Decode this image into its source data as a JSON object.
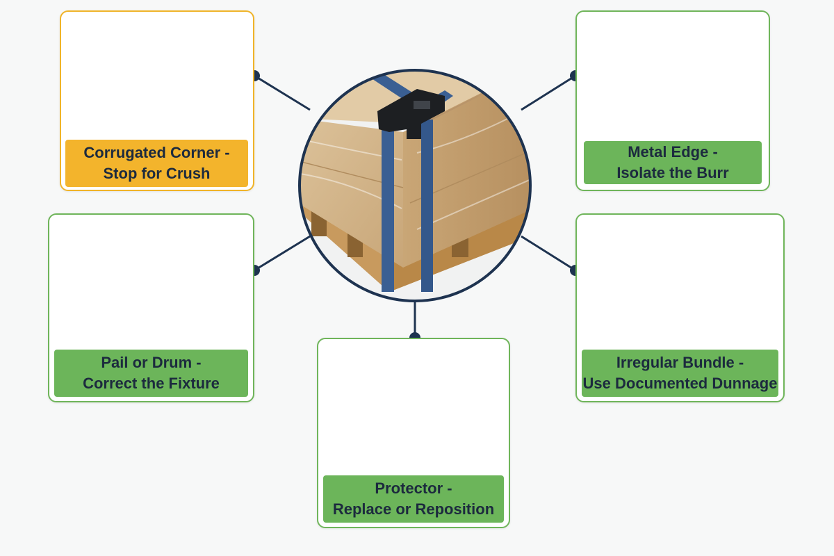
{
  "center": {
    "icon": "strapped-pallet-with-corner-protector"
  },
  "cards": [
    {
      "id": "corrugated",
      "status": "warning",
      "icon": "corrugated-corner-warning-icon",
      "line1": "Corrugated Corner -",
      "line2": "Stop for Crush"
    },
    {
      "id": "metal",
      "status": "ok",
      "icon": "metal-edge-icon",
      "line1": "Metal Edge -",
      "line2": "Isolate the Burr"
    },
    {
      "id": "pail",
      "status": "ok",
      "icon": "pail-drum-icon",
      "line1": "Pail or Drum -",
      "line2": "Correct the Fixture"
    },
    {
      "id": "bundle",
      "status": "ok",
      "icon": "pipe-bundle-icon",
      "line1": "Irregular Bundle -",
      "line2": "Use Documented Dunnage"
    },
    {
      "id": "protector",
      "status": "ok",
      "icon": "cracked-protector-icon",
      "line1": "Protector -",
      "line2": "Replace or Reposition"
    }
  ],
  "colors": {
    "connector": "#1e3350",
    "ok_border": "#6fb55a",
    "ok_label": "#6cb55a",
    "warn_border": "#f0b429",
    "warn_label": "#f3b42c",
    "strap": "#3a5f93",
    "text": "#1c2a3e"
  }
}
